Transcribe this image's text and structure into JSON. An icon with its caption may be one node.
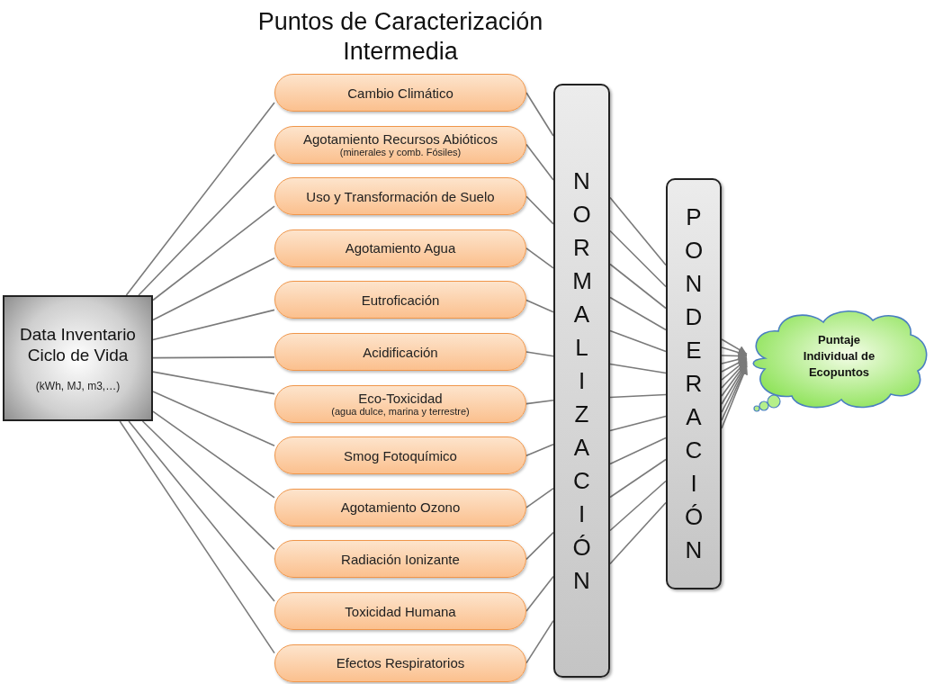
{
  "diagram": {
    "title": "Puntos de Caracterización Intermedia",
    "nodes": [
      {
        "text": [
          "Data Inventario Ciclo de Vida",
          "(kWh, MJ,  m3,…)"
        ]
      },
      {
        "text": [
          "Cambio Climático"
        ]
      },
      {
        "text": [
          "Agotamiento Recursos Abióticos",
          "(minerales y comb. Fósiles)"
        ]
      },
      {
        "text": [
          "Uso y Transformación de Suelo"
        ]
      },
      {
        "text": [
          "Agotamiento Agua"
        ]
      },
      {
        "text": [
          "Eutroficación"
        ]
      },
      {
        "text": [
          "Acidificación"
        ]
      },
      {
        "text": [
          "Eco-Toxicidad",
          "(agua dulce, marina y terrestre)"
        ]
      },
      {
        "text": [
          "Smog Fotoquímico"
        ]
      },
      {
        "text": [
          "Agotamiento Ozono"
        ]
      },
      {
        "text": [
          "Radiación Ionizante"
        ]
      },
      {
        "text": [
          "Toxicidad Humana"
        ]
      },
      {
        "text": [
          "Efectos Respiratorios"
        ]
      },
      {
        "text": [
          "NORMALIZACIÓN"
        ]
      },
      {
        "text": [
          "PONDERACIÓN"
        ]
      },
      {
        "text": [
          "Puntaje Individual de Ecopuntos"
        ]
      }
    ],
    "edges": [
      {
        "from": 0,
        "to": 1,
        "arrow": "none"
      },
      {
        "from": 0,
        "to": 2,
        "arrow": "none"
      },
      {
        "from": 0,
        "to": 3,
        "arrow": "none"
      },
      {
        "from": 0,
        "to": 4,
        "arrow": "none"
      },
      {
        "from": 0,
        "to": 5,
        "arrow": "none"
      },
      {
        "from": 0,
        "to": 6,
        "arrow": "none"
      },
      {
        "from": 0,
        "to": 7,
        "arrow": "none"
      },
      {
        "from": 0,
        "to": 8,
        "arrow": "none"
      },
      {
        "from": 0,
        "to": 9,
        "arrow": "none"
      },
      {
        "from": 0,
        "to": 10,
        "arrow": "none"
      },
      {
        "from": 0,
        "to": 11,
        "arrow": "none"
      },
      {
        "from": 0,
        "to": 12,
        "arrow": "none"
      },
      {
        "from": 1,
        "to": 13,
        "arrow": "none"
      },
      {
        "from": 2,
        "to": 13,
        "arrow": "none"
      },
      {
        "from": 3,
        "to": 13,
        "arrow": "none"
      },
      {
        "from": 4,
        "to": 13,
        "arrow": "none"
      },
      {
        "from": 5,
        "to": 13,
        "arrow": "none"
      },
      {
        "from": 6,
        "to": 13,
        "arrow": "none"
      },
      {
        "from": 7,
        "to": 13,
        "arrow": "none"
      },
      {
        "from": 8,
        "to": 13,
        "arrow": "none"
      },
      {
        "from": 9,
        "to": 13,
        "arrow": "none"
      },
      {
        "from": 10,
        "to": 13,
        "arrow": "none"
      },
      {
        "from": 11,
        "to": 13,
        "arrow": "none"
      },
      {
        "from": 12,
        "to": 13,
        "arrow": "none"
      },
      {
        "from": 13,
        "to": 14,
        "arrow": "none"
      },
      {
        "from": 13,
        "to": 14,
        "arrow": "none"
      },
      {
        "from": 13,
        "to": 14,
        "arrow": "none"
      },
      {
        "from": 13,
        "to": 14,
        "arrow": "none"
      },
      {
        "from": 13,
        "to": 14,
        "arrow": "none"
      },
      {
        "from": 13,
        "to": 14,
        "arrow": "none"
      },
      {
        "from": 13,
        "to": 14,
        "arrow": "none"
      },
      {
        "from": 13,
        "to": 14,
        "arrow": "none"
      },
      {
        "from": 13,
        "to": 14,
        "arrow": "none"
      },
      {
        "from": 13,
        "to": 14,
        "arrow": "none"
      },
      {
        "from": 13,
        "to": 14,
        "arrow": "none"
      },
      {
        "from": 13,
        "to": 14,
        "arrow": "none"
      },
      {
        "from": 14,
        "to": 15,
        "arrow": "to"
      },
      {
        "from": 14,
        "to": 15,
        "arrow": "to"
      },
      {
        "from": 14,
        "to": 15,
        "arrow": "to"
      },
      {
        "from": 14,
        "to": 15,
        "arrow": "to"
      },
      {
        "from": 14,
        "to": 15,
        "arrow": "to"
      },
      {
        "from": 14,
        "to": 15,
        "arrow": "to"
      },
      {
        "from": 14,
        "to": 15,
        "arrow": "to"
      },
      {
        "from": 14,
        "to": 15,
        "arrow": "to"
      },
      {
        "from": 14,
        "to": 15,
        "arrow": "to"
      },
      {
        "from": 14,
        "to": 15,
        "arrow": "to"
      },
      {
        "from": 14,
        "to": 15,
        "arrow": "to"
      },
      {
        "from": 14,
        "to": 15,
        "arrow": "to"
      }
    ]
  }
}
